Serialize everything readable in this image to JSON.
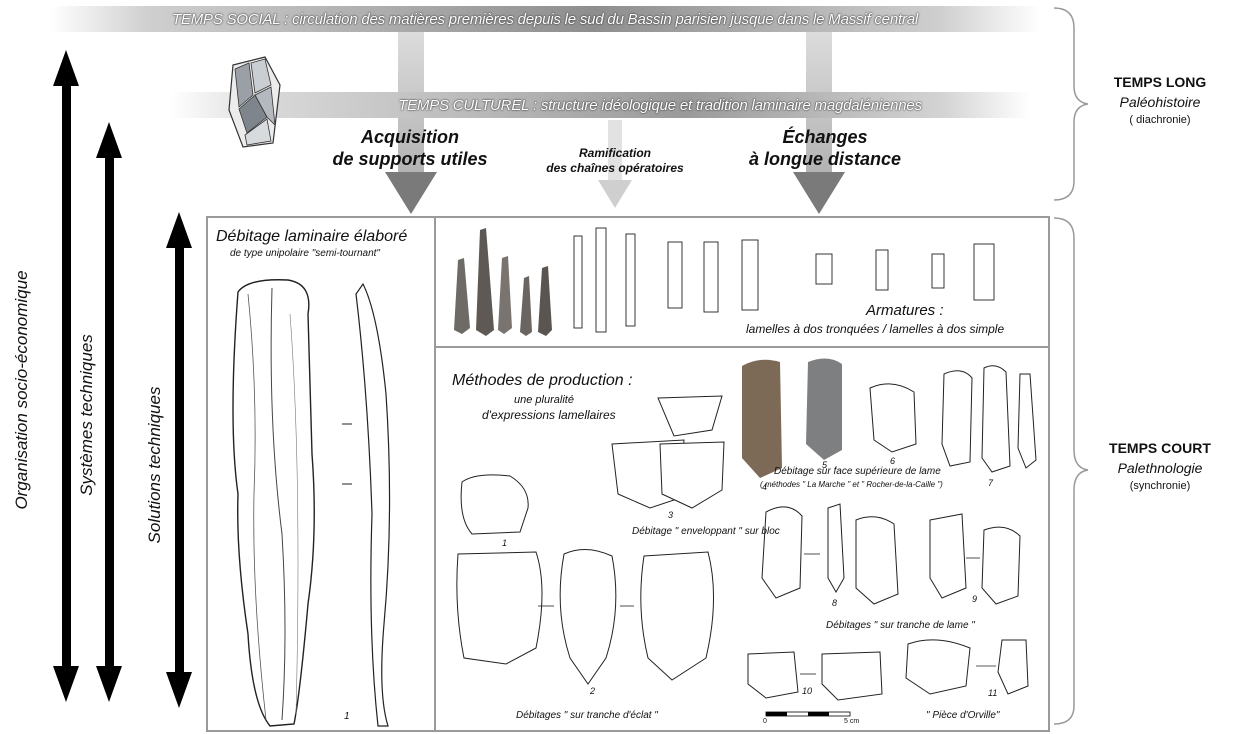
{
  "bands": {
    "social": "TEMPS SOCIAL : circulation des matières premières depuis le sud du Bassin parisien jusque dans le Massif central",
    "culturel": "TEMPS CULTUREL : structure idéologique et tradition laminaire magdaléniennes"
  },
  "flows": {
    "acquisition": "Acquisition de supports utiles",
    "ramification": "Ramification des chaînes opératoires",
    "echanges": "Échanges à longue distance"
  },
  "axes": {
    "organisation": "Organisation socio-économique",
    "systemes": "Systèmes techniques",
    "solutions": "Solutions techniques"
  },
  "right": {
    "long_title": "TEMPS LONG",
    "long_sub": "Paléohistoire",
    "long_small": "( diachronie)",
    "court_title": "TEMPS COURT",
    "court_sub": "Palethnologie",
    "court_small": "(synchronie)"
  },
  "left_panel": {
    "title": "Débitage laminaire élaboré",
    "subtitle": "de type unipolaire \"semi-tournant\"",
    "fig_num": "1"
  },
  "armatures": {
    "title": "Armatures :",
    "subtitle": "lamelles à dos tronquées / lamelles à dos simple"
  },
  "methodes": {
    "title": "Méthodes de production :",
    "line1": "une pluralité",
    "line2": "d'expressions lamellaires"
  },
  "captions": {
    "enveloppant": "Débitage \" enveloppant \" sur bloc",
    "face_sup": "Débitage sur face supérieure de lame",
    "face_sup_sub": "( méthodes \" La Marche \" et \" Rocher-de-la-Caille \")",
    "tranche_lame": "Débitages \" sur tranche de lame \"",
    "tranche_eclat": "Débitages \" sur tranche d'éclat \"",
    "orville": "\" Pièce d'Orville\""
  },
  "numbers": [
    "1",
    "2",
    "3",
    "4",
    "5",
    "6",
    "7",
    "8",
    "9",
    "10",
    "11"
  ],
  "scale": {
    "zero": "0",
    "five": "5 cm"
  },
  "colors": {
    "band_dark": "#8e8e8e",
    "arrow": "#7a7a7a",
    "panel_border": "#9a9a9a"
  }
}
